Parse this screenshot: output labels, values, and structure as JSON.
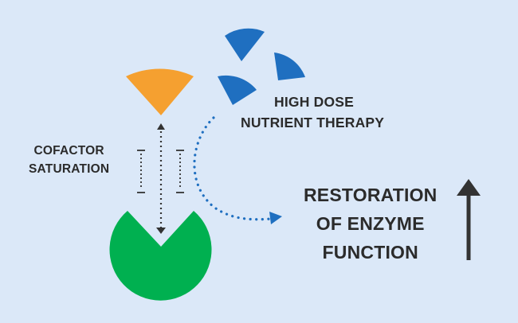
{
  "colors": {
    "background_frame": "#dbe8f8",
    "enzyme": "#00b050",
    "cofactor": "#f5a030",
    "nutrient": "#1f6fc0",
    "arrow_dark": "#333333",
    "dotted_blue": "#1f6fc0"
  },
  "labels": {
    "cofactor_saturation": [
      "COFACTOR",
      "SATURATION"
    ],
    "high_dose_therapy": [
      "HIGH DOSE",
      "NUTRIENT THERAPY"
    ],
    "restoration": [
      "RESTORATION",
      "OF ENZYME",
      "FUNCTION"
    ]
  },
  "shapes": {
    "enzyme": "green-pacman-enzyme",
    "cofactor": "orange-wedge-cofactor",
    "nutrients": [
      "blue-wedge",
      "blue-wedge",
      "blue-wedge"
    ]
  }
}
